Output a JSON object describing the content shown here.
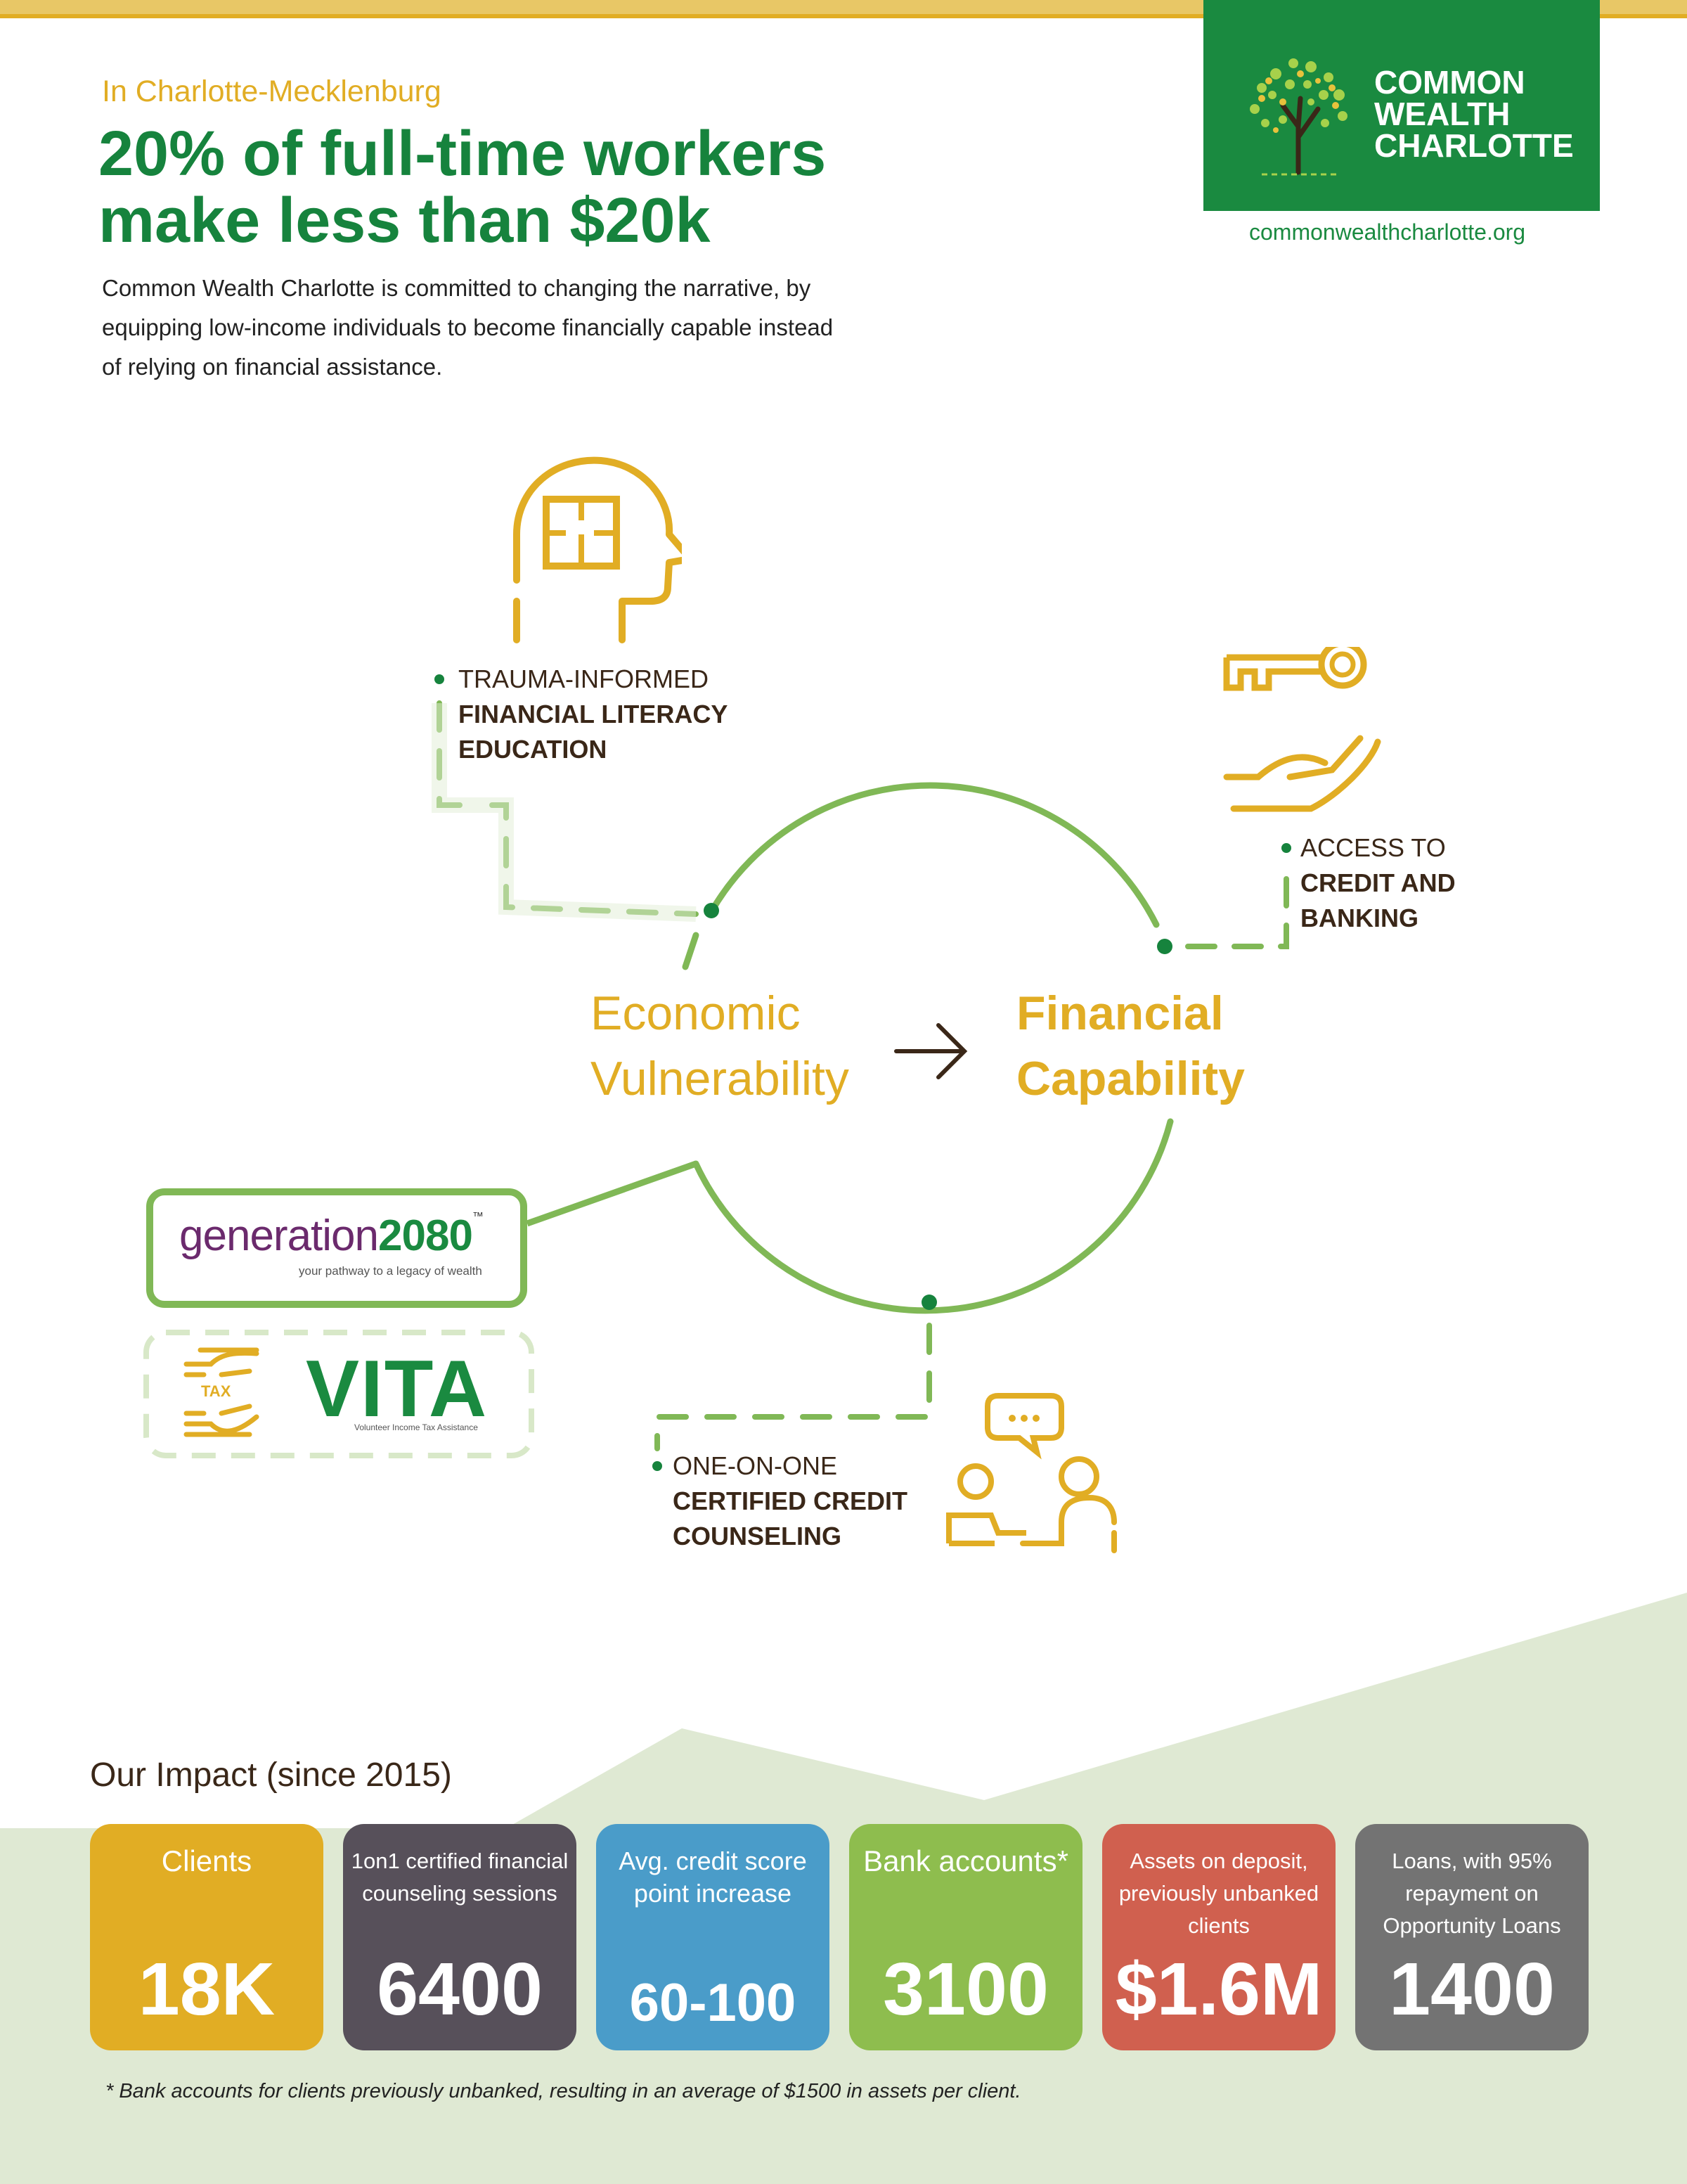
{
  "header": {
    "kicker": "In Charlotte-Mecklenburg",
    "headline_line1": "20% of full-time workers",
    "headline_line2": "make less than $20k",
    "intro_line1": "Common Wealth Charlotte is committed to changing the narrative, by",
    "intro_line2": "equipping low-income individuals to become financially capable instead",
    "intro_line3": "of relying on financial assistance."
  },
  "logo": {
    "line1": "COMMON",
    "line2": "WEALTH",
    "line3": "CHARLOTTE",
    "url": "commonwealthcharlotte.org"
  },
  "diagram": {
    "center_left_line1": "Economic",
    "center_left_line2": "Vulnerability",
    "center_right_line1": "Financial",
    "center_right_line2": "Capability",
    "literacy": {
      "line1": "TRAUMA-INFORMED",
      "line2": "FINANCIAL LITERACY",
      "line3": "EDUCATION"
    },
    "credit": {
      "line1": "ACCESS TO",
      "line2": "CREDIT AND",
      "line3": "BANKING"
    },
    "counseling": {
      "line1": "ONE-ON-ONE",
      "line2": "CERTIFIED CREDIT",
      "line3": "COUNSELING"
    },
    "generation": {
      "word": "generation",
      "number": "2080",
      "tm": "™",
      "tagline": "your pathway to a legacy of wealth"
    },
    "vita": {
      "word": "VITA",
      "tagline": "Volunteer Income Tax Assistance",
      "tax": "TAX"
    }
  },
  "impact": {
    "title": "Our Impact (since 2015)",
    "cards": [
      {
        "label": "Clients",
        "value": "18K",
        "color": "#e1ad24"
      },
      {
        "label": "1on1 certified financial counseling sessions",
        "value": "6400",
        "color": "#57505a"
      },
      {
        "label": "Avg. credit score point increase",
        "value": "60-100",
        "color": "#4a9cc9"
      },
      {
        "label": "Bank accounts*",
        "value": "3100",
        "color": "#8ebd4e"
      },
      {
        "label": "Assets on deposit, previously unbanked clients",
        "value": "$1.6M",
        "color": "#d0604f"
      },
      {
        "label": "Loans, with 95% repayment on Opportunity Loans",
        "value": "1400",
        "color": "#737373"
      }
    ],
    "footnote": "* Bank accounts for clients previously unbanked, resulting in an average of $1500 in assets per client."
  },
  "colors": {
    "green": "#1a8a40",
    "light_green": "#80b856",
    "gold": "#e1ad24",
    "background_hill": "#dfe9d3"
  }
}
